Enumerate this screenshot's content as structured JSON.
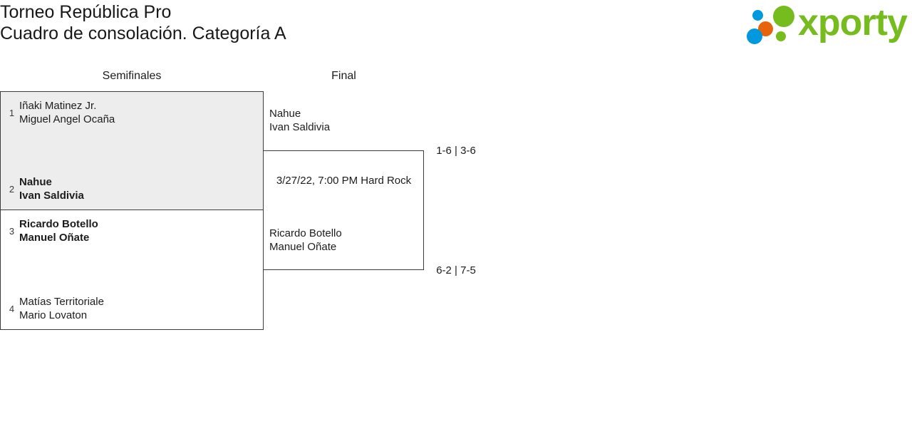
{
  "header": {
    "title_line1": "Torneo República Pro",
    "title_line2": "Cuadro de consolación. Categoría A",
    "logo_word": "xporty",
    "logo_colors": {
      "green": "#77bc1f",
      "blue": "#0099dd",
      "orange": "#e8640c"
    }
  },
  "rounds": [
    {
      "label": "Semifinales"
    },
    {
      "label": "Final"
    }
  ],
  "bracket": {
    "semifinals": [
      {
        "top": {
          "seed": "1",
          "player1": "Iñaki Matinez Jr.",
          "player2": "Miguel Angel Ocaña",
          "winner": false
        },
        "bottom": {
          "seed": "2",
          "player1": "Nahue",
          "player2": "Ivan Saldivia",
          "winner": true
        },
        "score": "1-6 | 3-6"
      },
      {
        "top": {
          "seed": "3",
          "player1": "Ricardo Botello",
          "player2": "Manuel Oñate",
          "winner": true
        },
        "bottom": {
          "seed": "4",
          "player1": "Matías Territoriale",
          "player2": "Mario Lovaton",
          "winner": false
        },
        "score": "6-2 | 7-5"
      }
    ],
    "final": {
      "top": {
        "player1": "Nahue",
        "player2": "Ivan Saldivia",
        "winner": false
      },
      "bottom": {
        "player1": "Ricardo Botello",
        "player2": "Manuel Oñate",
        "winner": false
      },
      "meta": "3/27/22, 7:00 PM Hard Rock"
    }
  }
}
